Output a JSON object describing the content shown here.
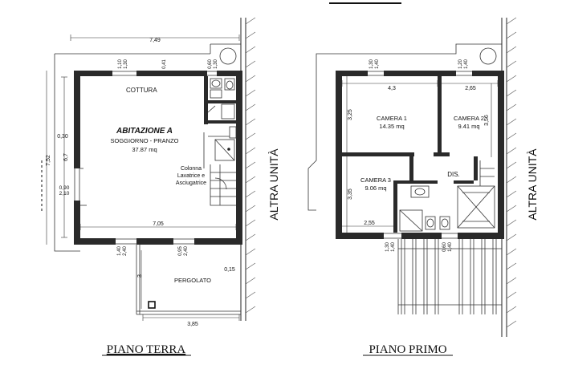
{
  "top_label": "",
  "ground_floor": {
    "title": "PIANO TERRA",
    "unit_name": "ABITAZIONE A",
    "living_label": "SOGGIORNO - PRANZO",
    "living_area": "37.87 mq",
    "kitchen_label": "COTTURA",
    "washer_line1": "Colonna",
    "washer_line2": "Lavatrice e",
    "washer_line3": "Asciugatrice",
    "pergola_label": "PERGOLATO",
    "other_unit": "ALTRA UNITÀ",
    "dim_top_width": "7,49",
    "dim_inner_width": "7,05",
    "dim_left_total": "7,52",
    "dim_left_room": "6,7",
    "dim_left_upper": "0,30",
    "dim_left_door_a": "0,90",
    "dim_left_door_b": "2,10",
    "dim_top_win1_a": "1,10",
    "dim_top_win1_b": "1,30",
    "dim_top_win2": "0,41",
    "dim_top_win3_a": "0,60",
    "dim_top_win3_b": "1,30",
    "dim_bottom_win1_a": "1,40",
    "dim_bottom_win1_b": "2,40",
    "dim_bottom_win2_a": "0,95",
    "dim_bottom_win2_b": "2,40",
    "dim_pergola_side": "3",
    "dim_pergola_right": "0,15",
    "dim_pergola_width": "3,85"
  },
  "first_floor": {
    "title": "PIANO PRIMO",
    "room1_name": "CAMERA 1",
    "room1_area": "14.35 mq",
    "room2_name": "CAMERA 2",
    "room2_area": "9.41 mq",
    "room3_name": "CAMERA 3",
    "room3_area": "9.06 mq",
    "hall_label": "DIS.",
    "other_unit": "ALTRA UNITÀ",
    "dim_room1_width": "4,3",
    "dim_room2_width": "2,65",
    "dim_room1_height": "3,25",
    "dim_room2_height": "3,56",
    "dim_room3_height": "3,35",
    "dim_room3_width": "2,55",
    "dim_top_win1_a": "1,30",
    "dim_top_win1_b": "1,40",
    "dim_top_win2_a": "1,20",
    "dim_top_win2_b": "1,40",
    "dim_bottom_win1_a": "1,30",
    "dim_bottom_win1_b": "1,40",
    "dim_bottom_win2_a": "0,60",
    "dim_bottom_win2_b": "1,40"
  }
}
